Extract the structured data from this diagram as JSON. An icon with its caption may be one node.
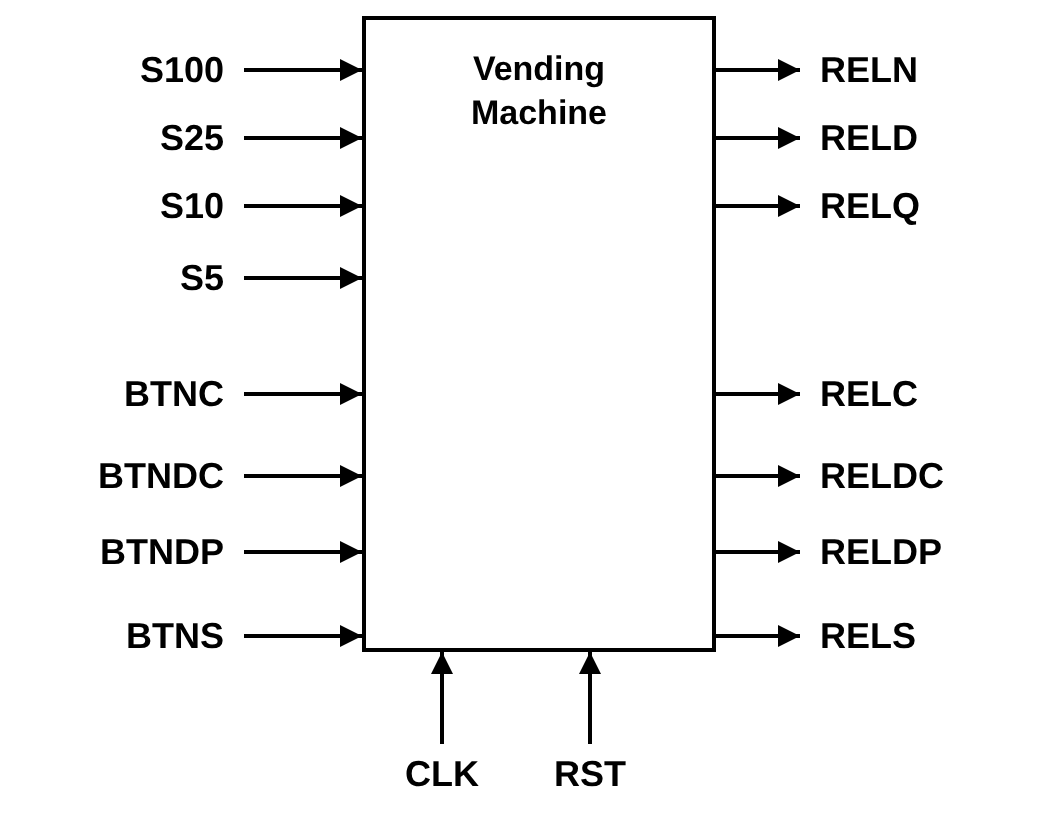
{
  "diagram": {
    "nodes": [
      {
        "text": [
          "Vending Machine"
        ]
      },
      {
        "text": [
          "S100"
        ]
      },
      {
        "text": [
          "S25"
        ]
      },
      {
        "text": [
          "S10"
        ]
      },
      {
        "text": [
          "S5"
        ]
      },
      {
        "text": [
          "BTNC"
        ]
      },
      {
        "text": [
          "BTNDC"
        ]
      },
      {
        "text": [
          "BTNDP"
        ]
      },
      {
        "text": [
          "BTNS"
        ]
      },
      {
        "text": [
          "RELN"
        ]
      },
      {
        "text": [
          "RELD"
        ]
      },
      {
        "text": [
          "RELQ"
        ]
      },
      {
        "text": [
          "RELC"
        ]
      },
      {
        "text": [
          "RELDC"
        ]
      },
      {
        "text": [
          "RELDP"
        ]
      },
      {
        "text": [
          "RELS"
        ]
      },
      {
        "text": [
          "CLK"
        ]
      },
      {
        "text": [
          "RST"
        ]
      }
    ],
    "edges": [
      {
        "from": 1,
        "to": 0,
        "arrow": "to"
      },
      {
        "from": 2,
        "to": 0,
        "arrow": "to"
      },
      {
        "from": 3,
        "to": 0,
        "arrow": "to"
      },
      {
        "from": 4,
        "to": 0,
        "arrow": "to"
      },
      {
        "from": 5,
        "to": 0,
        "arrow": "to"
      },
      {
        "from": 6,
        "to": 0,
        "arrow": "to"
      },
      {
        "from": 7,
        "to": 0,
        "arrow": "to"
      },
      {
        "from": 8,
        "to": 0,
        "arrow": "to"
      },
      {
        "from": 0,
        "to": 9,
        "arrow": "to"
      },
      {
        "from": 0,
        "to": 10,
        "arrow": "to"
      },
      {
        "from": 0,
        "to": 11,
        "arrow": "to"
      },
      {
        "from": 0,
        "to": 12,
        "arrow": "to"
      },
      {
        "from": 0,
        "to": 13,
        "arrow": "to"
      },
      {
        "from": 0,
        "to": 14,
        "arrow": "to"
      },
      {
        "from": 0,
        "to": 15,
        "arrow": "to"
      },
      {
        "from": 16,
        "to": 0,
        "arrow": "to"
      },
      {
        "from": 17,
        "to": 0,
        "arrow": "to"
      }
    ]
  }
}
